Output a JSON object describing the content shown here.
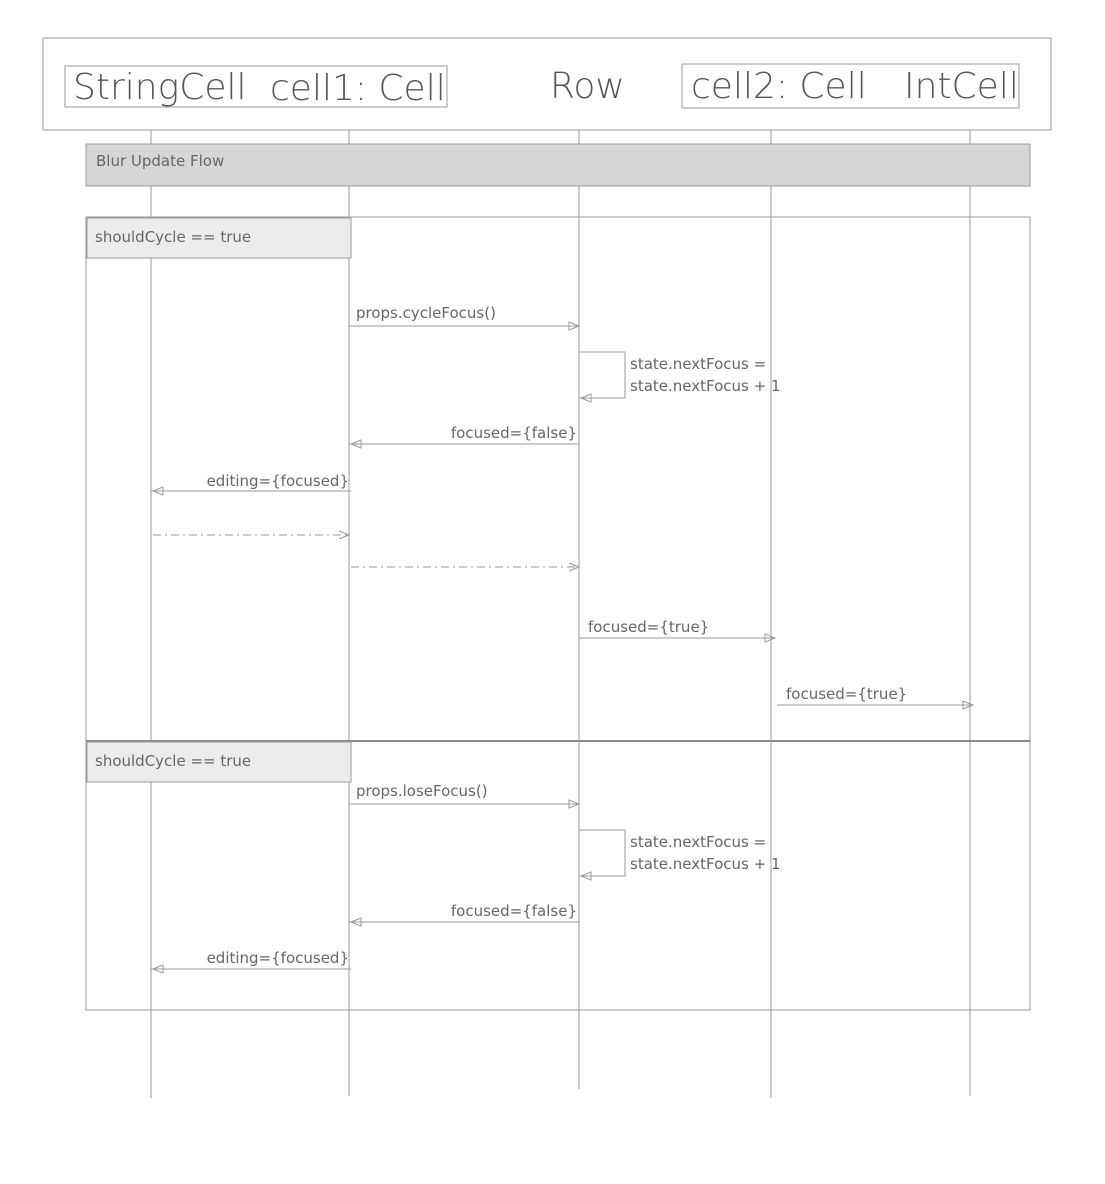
{
  "participants": [
    "StringCell",
    "cell1: Cell",
    "Row",
    "cell2: Cell",
    "IntCell"
  ],
  "flow_title": "Blur Update Flow",
  "fragments": [
    {
      "guard": "shouldCycle == true",
      "messages": [
        {
          "from": "cell1: Cell",
          "to": "Row",
          "label": "props.cycleFocus()",
          "kind": "call"
        },
        {
          "from": "Row",
          "to": "Row",
          "label": [
            "state.nextFocus =",
            "state.nextFocus + 1"
          ],
          "kind": "self"
        },
        {
          "from": "Row",
          "to": "cell1: Cell",
          "label": "focused={false}",
          "kind": "call"
        },
        {
          "from": "cell1: Cell",
          "to": "StringCell",
          "label": "editing={focused}",
          "kind": "call"
        },
        {
          "from": "StringCell",
          "to": "cell1: Cell",
          "label": "",
          "kind": "return"
        },
        {
          "from": "cell1: Cell",
          "to": "Row",
          "label": "",
          "kind": "return"
        },
        {
          "from": "Row",
          "to": "cell2: Cell",
          "label": "focused={true}",
          "kind": "call"
        },
        {
          "from": "cell2: Cell",
          "to": "IntCell",
          "label": "focused={true}",
          "kind": "call"
        }
      ]
    },
    {
      "guard": "shouldCycle == true",
      "messages": [
        {
          "from": "cell1: Cell",
          "to": "Row",
          "label": "props.loseFocus()",
          "kind": "call"
        },
        {
          "from": "Row",
          "to": "Row",
          "label": [
            "state.nextFocus =",
            "state.nextFocus + 1"
          ],
          "kind": "self"
        },
        {
          "from": "Row",
          "to": "cell1: Cell",
          "label": "focused={false}",
          "kind": "call"
        },
        {
          "from": "cell1: Cell",
          "to": "StringCell",
          "label": "editing={focused}",
          "kind": "call"
        }
      ]
    }
  ]
}
